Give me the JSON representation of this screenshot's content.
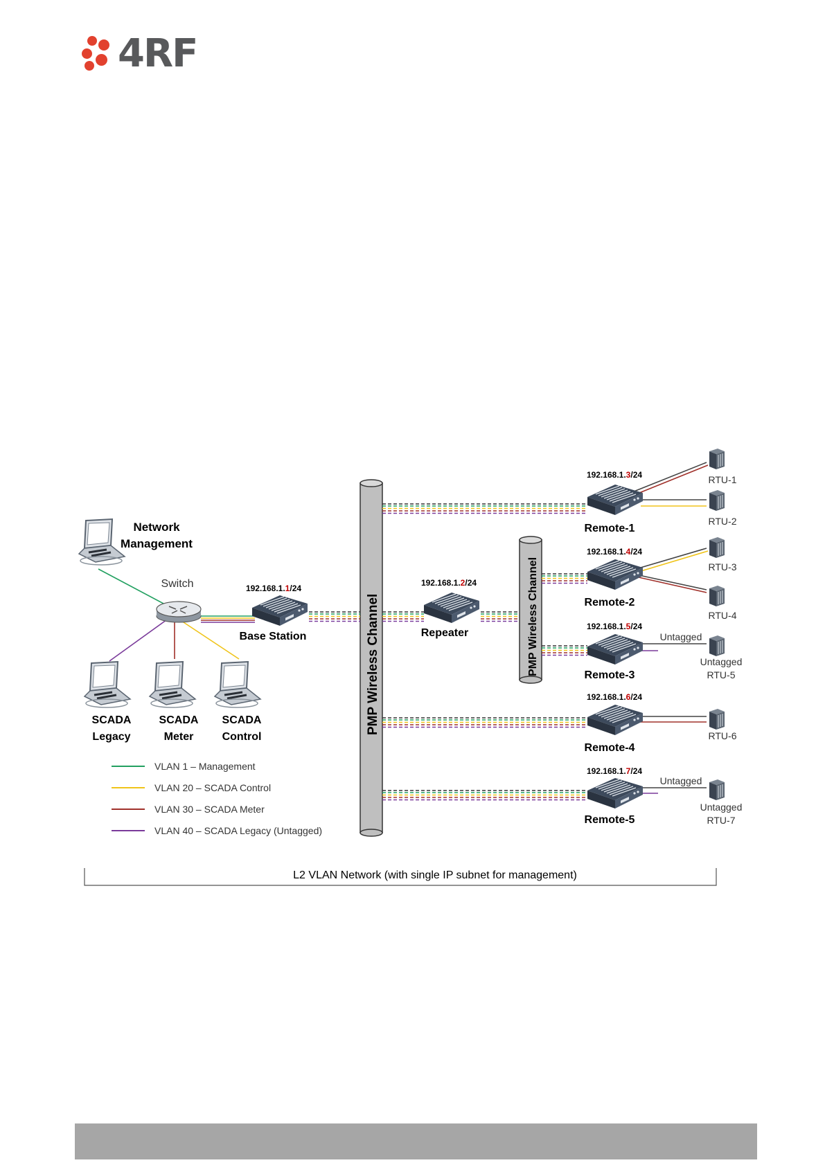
{
  "logo": {
    "text": "4RF"
  },
  "diagram": {
    "network_management": [
      "Network",
      "Management"
    ],
    "switch": "Switch",
    "base_station": {
      "label": "Base Station",
      "ip_prefix": "192.168.1.",
      "ip_host": "1",
      "ip_suffix": "/24"
    },
    "repeater": {
      "label": "Repeater",
      "ip_prefix": "192.168.1.",
      "ip_host": "2",
      "ip_suffix": "/24"
    },
    "pmp_channel_main": "PMP Wireless Channel",
    "pmp_channel_secondary": "PMP Wireless Channel",
    "scada_legacy": [
      "SCADA",
      "Legacy"
    ],
    "scada_meter": [
      "SCADA",
      "Meter"
    ],
    "scada_control": [
      "SCADA",
      "Control"
    ],
    "remotes": [
      {
        "label": "Remote-1",
        "ip_prefix": "192.168.1.",
        "ip_host": "3",
        "ip_suffix": "/24"
      },
      {
        "label": "Remote-2",
        "ip_prefix": "192.168.1.",
        "ip_host": "4",
        "ip_suffix": "/24"
      },
      {
        "label": "Remote-3",
        "ip_prefix": "192.168.1.",
        "ip_host": "5",
        "ip_suffix": "/24"
      },
      {
        "label": "Remote-4",
        "ip_prefix": "192.168.1.",
        "ip_host": "6",
        "ip_suffix": "/24"
      },
      {
        "label": "Remote-5",
        "ip_prefix": "192.168.1.",
        "ip_host": "7",
        "ip_suffix": "/24"
      }
    ],
    "rtus": {
      "rtu1": "RTU-1",
      "rtu2": "RTU-2",
      "rtu3": "RTU-3",
      "rtu4": "RTU-4",
      "rtu5": [
        "Untagged",
        "RTU-5"
      ],
      "rtu6": "RTU-6",
      "rtu7": [
        "Untagged",
        "RTU-7"
      ]
    },
    "untagged_link": "Untagged",
    "legend": [
      {
        "label": "VLAN 1 – Management",
        "color": "#22a060"
      },
      {
        "label": "VLAN 20 – SCADA Control",
        "color": "#f0c419"
      },
      {
        "label": "VLAN 30 – SCADA Meter",
        "color": "#a0302a"
      },
      {
        "label": "VLAN 40 – SCADA Legacy  (Untagged)",
        "color": "#7a3a9a"
      }
    ],
    "caption": "L2 VLAN Network (with single IP subnet for management)"
  },
  "colors": {
    "brand_red": "#e2412e",
    "brand_gray": "#58595b",
    "ip_host_red": "#c00000"
  }
}
